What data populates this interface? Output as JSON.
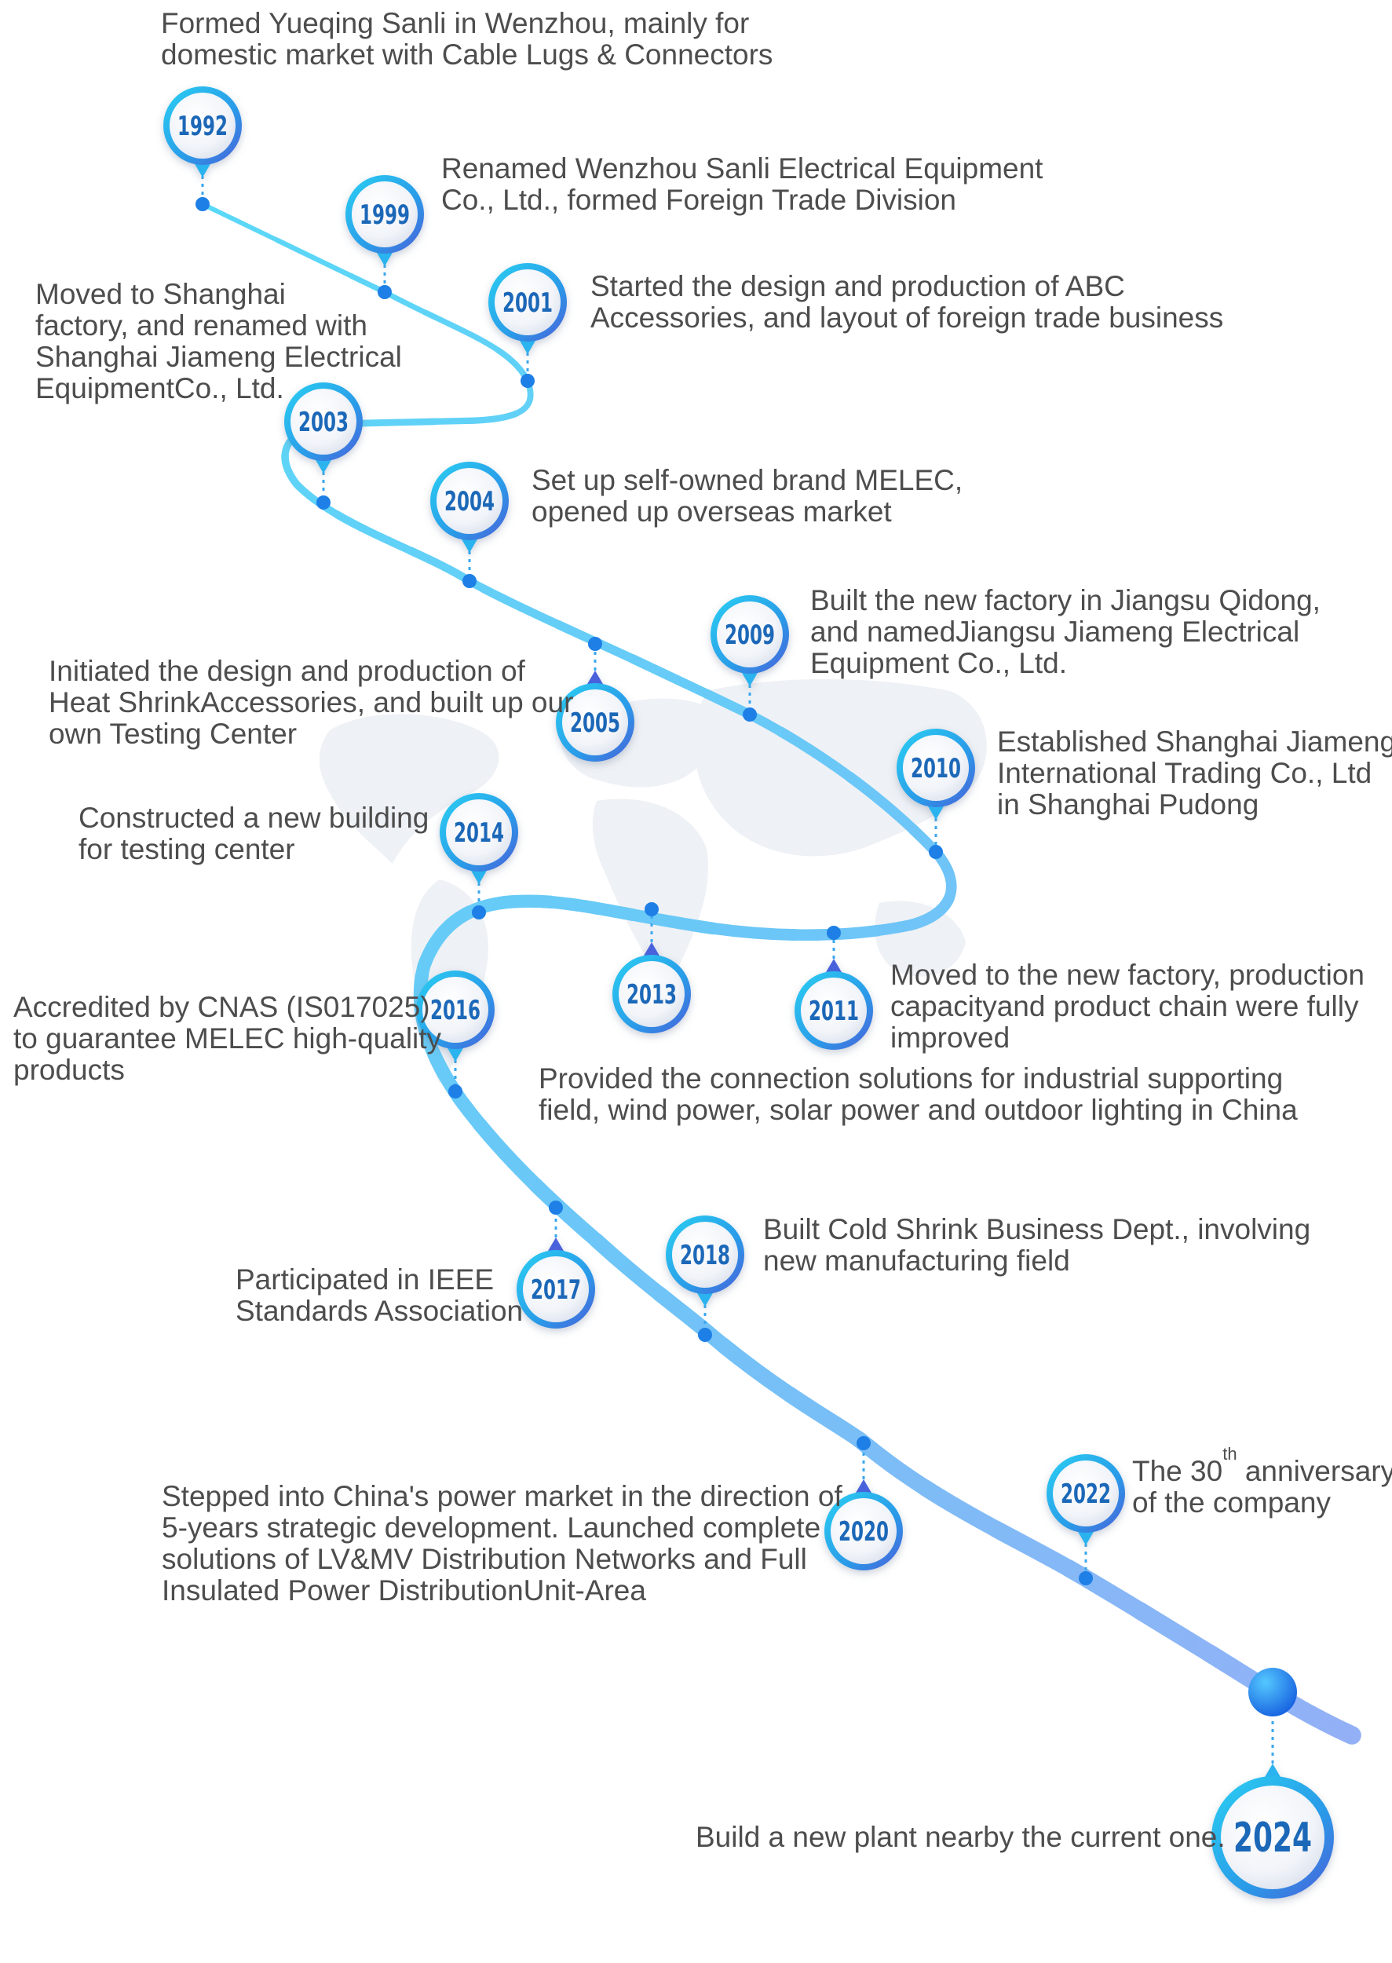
{
  "colors": {
    "path_start": "#5fd3f6",
    "path_end": "#8fb1f7",
    "dot": "#1e7fe6",
    "marker_ring": "#2db4ee",
    "marker_ring_dark": "#4466e0",
    "year_text": "#1f67b8",
    "description_text": "#4d4d4d",
    "map": "#eef1f5"
  },
  "milestones": [
    {
      "year": "1992",
      "lines": [
        "Formed Yueqing Sanli in Wenzhou, mainly for",
        "domestic market with Cable Lugs & Connectors"
      ]
    },
    {
      "year": "1999",
      "lines": [
        "Renamed Wenzhou Sanli Electrical Equipment",
        "Co., Ltd., formed Foreign Trade Division"
      ]
    },
    {
      "year": "2001",
      "lines": [
        "Started the design and production of ABC",
        "Accessories, and layout of foreign trade business"
      ]
    },
    {
      "year": "2003",
      "lines": [
        "Moved to Shanghai",
        "factory, and renamed with",
        "Shanghai Jiameng Electrical",
        "EquipmentCo., Ltd."
      ]
    },
    {
      "year": "2004",
      "lines": [
        "Set up self-owned brand MELEC,",
        "opened up overseas market"
      ]
    },
    {
      "year": "2005",
      "lines": [
        "Initiated the design and production of",
        "Heat ShrinkAccessories, and built up our",
        "own Testing Center"
      ]
    },
    {
      "year": "2009",
      "lines": [
        "Built the new factory in Jiangsu Qidong,",
        "and namedJiangsu Jiameng Electrical",
        "Equipment Co., Ltd."
      ]
    },
    {
      "year": "2010",
      "lines": [
        "Established Shanghai Jiameng",
        "International Trading Co., Ltd",
        "in Shanghai Pudong"
      ]
    },
    {
      "year": "2011",
      "lines": [
        "Moved to the new factory, production",
        "capacityand product chain were fully",
        "improved"
      ]
    },
    {
      "year": "2013",
      "lines": [
        "Provided the connection solutions for industrial supporting",
        "field, wind power, solar power and outdoor lighting in China"
      ]
    },
    {
      "year": "2014",
      "lines": [
        "Constructed a new building",
        "for testing center"
      ]
    },
    {
      "year": "2016",
      "lines": [
        "Accredited by CNAS (IS017025)",
        "to guarantee MELEC high-quality",
        "products"
      ]
    },
    {
      "year": "2017",
      "lines": [
        "Participated in IEEE",
        "Standards Association"
      ]
    },
    {
      "year": "2018",
      "lines": [
        "Built Cold Shrink Business Dept., involving",
        "new manufacturing field"
      ]
    },
    {
      "year": "2020",
      "lines": [
        "Stepped into China's power market in the direction of",
        "5-years strategic development. Launched complete",
        "solutions of LV&MV Distribution Networks and Full",
        "Insulated Power DistributionUnit-Area"
      ]
    },
    {
      "year": "2022",
      "lines": [
        "The 30",
        "th",
        " anniversary",
        "of the company"
      ]
    },
    {
      "year": "2024",
      "lines": [
        "Build a new plant nearby the current one."
      ]
    }
  ]
}
